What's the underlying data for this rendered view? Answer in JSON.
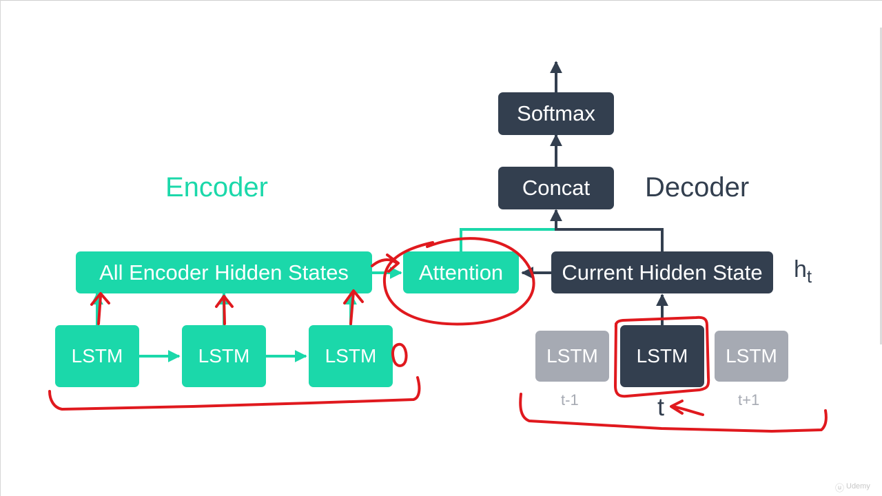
{
  "encoder": {
    "title": "Encoder",
    "hidden_states_label": "All Encoder Hidden States",
    "lstm_cells": [
      "LSTM",
      "LSTM",
      "LSTM"
    ]
  },
  "attention": {
    "label": "Attention"
  },
  "decoder": {
    "title": "Decoder",
    "softmax_label": "Softmax",
    "concat_label": "Concat",
    "current_hidden_label": "Current Hidden State",
    "ht_base": "h",
    "ht_sub": "t",
    "lstm_cells": [
      {
        "label": "LSTM",
        "time": "t-1"
      },
      {
        "label": "LSTM",
        "time": "t"
      },
      {
        "label": "LSTM",
        "time": "t+1"
      }
    ]
  },
  "colors": {
    "encoder": "#1bd8aa",
    "decoder": "#333f4f",
    "inactive": "#a6aab3",
    "annotation": "#e0191e"
  },
  "watermark": {
    "icon": "udemy-logo-icon",
    "text": "Udemy"
  }
}
